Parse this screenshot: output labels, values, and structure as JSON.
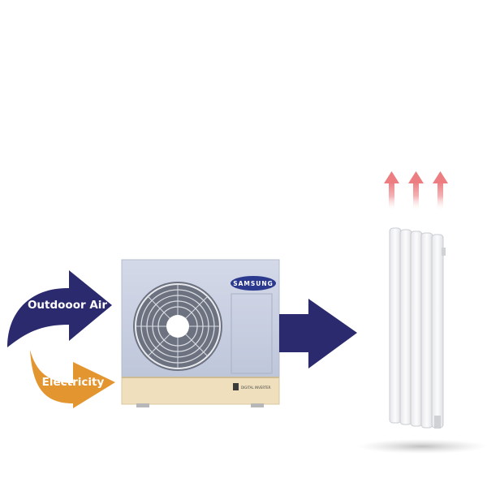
{
  "inputs": {
    "outdoor_air": "Outdooor Air",
    "electricity": "Electricity"
  },
  "unit": {
    "brand": "SAMSUNG",
    "badge": "DIGITAL INVERTER"
  },
  "colors": {
    "navy": "#2c2a6e",
    "orange": "#e39530",
    "unit_body": "#c6cde0",
    "unit_base": "#efdfbd",
    "heat": "#ef8f92"
  },
  "icons": [
    "fan-grille-icon",
    "heat-rising-arrow-icon"
  ]
}
